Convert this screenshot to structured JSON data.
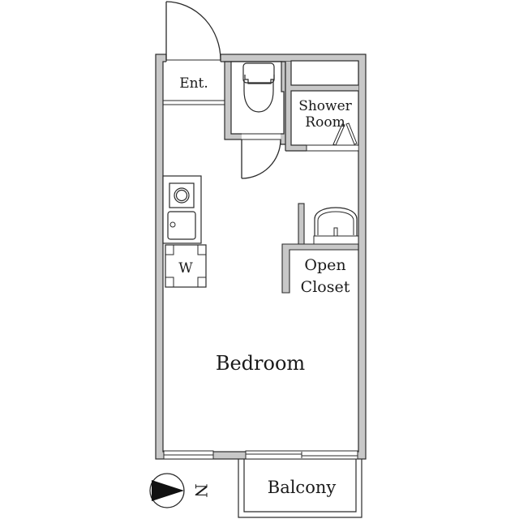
{
  "floor_plan": {
    "colors": {
      "wall_fill": "#c8c8c8",
      "line": "#2a2a2a",
      "background": "#ffffff",
      "text": "#1a1a1a"
    },
    "rooms": {
      "entrance": "Ent.",
      "shower_room_line1": "Shower",
      "shower_room_line2": "Room",
      "open_closet_line1": "Open",
      "open_closet_line2": "Closet",
      "bedroom": "Bedroom",
      "balcony": "Balcony"
    },
    "fixtures": {
      "washer_label": "W"
    },
    "compass": {
      "label": "N",
      "icon": "north-arrow-icon"
    }
  }
}
